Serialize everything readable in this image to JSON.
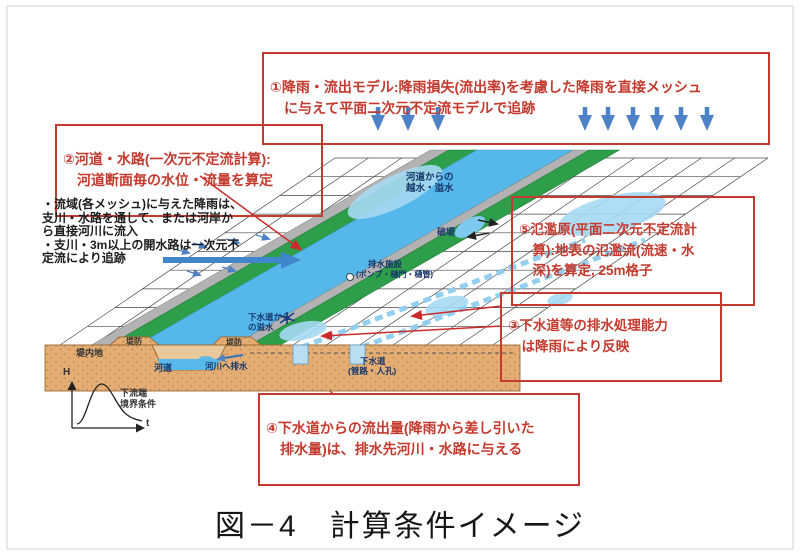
{
  "figure": {
    "caption": "図－4　計算条件イメージ"
  },
  "callouts": {
    "rainfall_model": "①降雨・流出モデル:降雨損失(流出率)を考慮した降雨を直接メッシュ\nに与えて平面二次元不定流モデルで追跡",
    "channel_1d": "②河道・水路(一次元不定流計算):\n河道断面毎の水位・流量を算定",
    "sewer_capacity": "③下水道等の排水処理能力\nは降雨により反映",
    "sewer_outflow": "④下水道からの流出量(降雨から差し引いた\n排水量)は、排水先河川・水路に与える",
    "floodplain_2d": "⑤氾濫原(平面二次元不定流計\n算):地表の氾濫流(流速・水\n深)を算定, 25m格子"
  },
  "notes": {
    "bullet1": "・流域(各メッシュ)に与えた降雨は、支川・水路を通して、または河岸から直接河川に流入",
    "bullet2": "・支川・3m以上の開水路は一次元不定流により追跡"
  },
  "diagram_labels": {
    "river_overflow": "河道からの\n越水・溢水",
    "levee_breach": "破堤",
    "drainage_facility_line1": "排水施設",
    "drainage_facility_line2": "(ポンプ・樋門・樋管)",
    "sewer_overflow": "下水道から\nの溢水",
    "levee_left": "堤防",
    "levee_right": "堤防",
    "protected_land": "堤内地",
    "river_channel": "河道",
    "drain_to_river": "河川へ排水",
    "sewer_line1": "下水道",
    "sewer_line2": "(管路・人孔)"
  },
  "hydrograph": {
    "y_axis": "H",
    "x_axis": "t",
    "label": "下流端\n境界条件"
  },
  "colors": {
    "callout_red": "#c43a2e",
    "river_water": "#55b7ea",
    "bank_green": "#2e9e4a",
    "levee_gray": "#b3b3b3",
    "flood_blue": "#a6d9f3",
    "soil": "#e3ad74",
    "rain_arrow_blue": "#4d82c6",
    "label_navy": "#17366b"
  }
}
